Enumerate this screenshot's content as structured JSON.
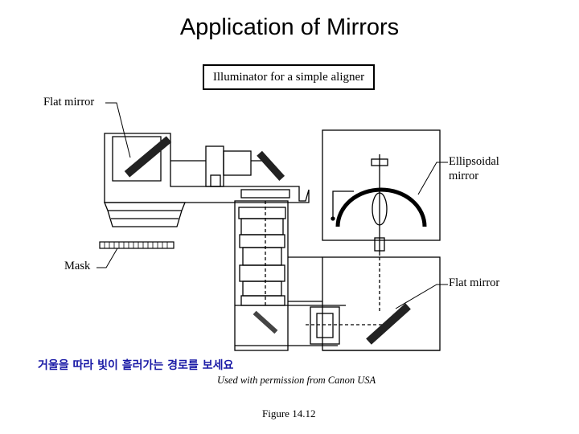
{
  "title": "Application of Mirrors",
  "diagram": {
    "box_label": "Illuminator for a simple aligner",
    "labels": {
      "flat_mirror_top": "Flat mirror",
      "ellipsoidal_line1": "Ellipsoidal",
      "ellipsoidal_line2": "mirror",
      "mask": "Mask",
      "flat_mirror_right": "Flat mirror"
    }
  },
  "caption_korean": "거울을 따라 빛이 흘러가는 경로를 보세요",
  "credit": "Used with permission from Canon USA",
  "figure_number": "Figure 14.12"
}
